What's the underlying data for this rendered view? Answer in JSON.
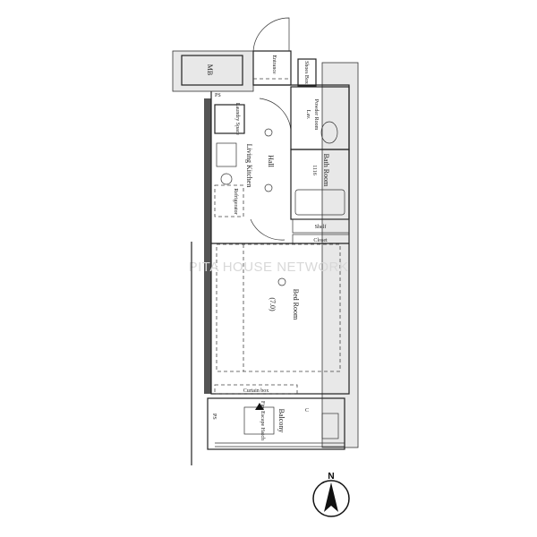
{
  "watermark": "PITA HOUSE NETWORK",
  "rooms": {
    "mb": "MB",
    "entrance": "Entrance",
    "shoes_box": "Shoes Box",
    "ps": "PS",
    "laundry": "Laundry Space",
    "powder_room": "Powder Room",
    "lav": "Lav.",
    "hall": "Hall",
    "kitchen": "Living Kitchen",
    "refrigerator": "Refrigerator",
    "bath_room": "Bath Room",
    "bath_size": "1116",
    "shelf": "Shelf",
    "closet": "Closet",
    "bed_room": "Bed Room",
    "bed_size": "(7.0)",
    "curtain_box": "Curtain box",
    "balcony": "Balcony",
    "fire_escape": "Fire Escape Hatch",
    "ps_balcony": "PS",
    "c": "C"
  },
  "compass": {
    "label": "N"
  }
}
